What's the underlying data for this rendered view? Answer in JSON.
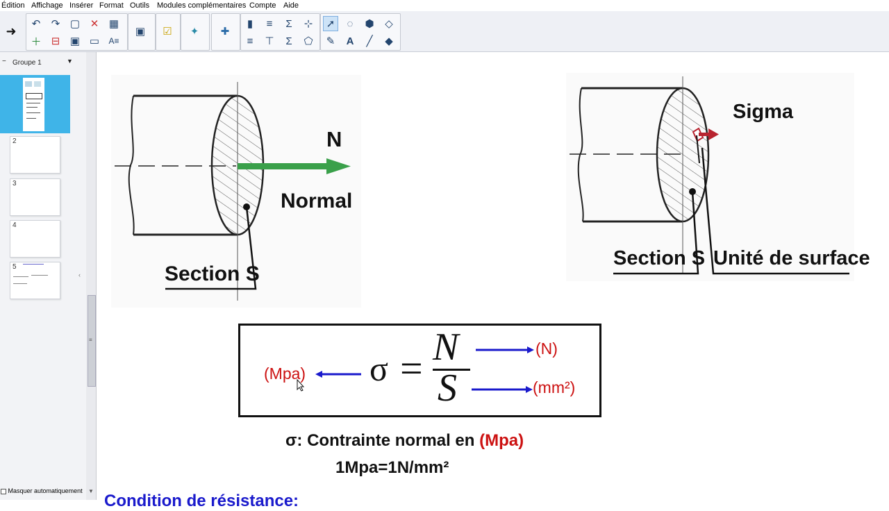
{
  "menu": [
    "Édition",
    "Affichage",
    "Insérer",
    "Format",
    "Outils",
    "Modules complémentaires",
    "Compte",
    "Aide"
  ],
  "sidebar": {
    "group_label": "Groupe 1",
    "pages": [
      "2",
      "3",
      "4",
      "5"
    ],
    "autohide_label": "Masquer automatiquement"
  },
  "slide": {
    "left_figure": {
      "force_label": "N",
      "force_caption": "Normal",
      "section_label": "Section S"
    },
    "right_figure": {
      "stress_label": "Sigma",
      "section_label": "Section S",
      "unit_label": "Unité de surface"
    },
    "formula": {
      "sigma": "σ",
      "equals": "=",
      "numerator": "N",
      "denominator": "S",
      "result_unit": "(Mpa)",
      "num_unit": "(N)",
      "den_unit": "(mm²)"
    },
    "definition_prefix": "σ: Contrainte normal en ",
    "definition_unit": "(Mpa)",
    "conversion": "1Mpa=1N/mm²",
    "next_heading": "Condition de résistance:"
  },
  "colors": {
    "accent_red": "#cc1111",
    "arrow_blue": "#1a1acc",
    "force_green": "#3aa04a",
    "sigma_arrow": "#b8232f",
    "thumb_selected": "#3fb4e8"
  }
}
